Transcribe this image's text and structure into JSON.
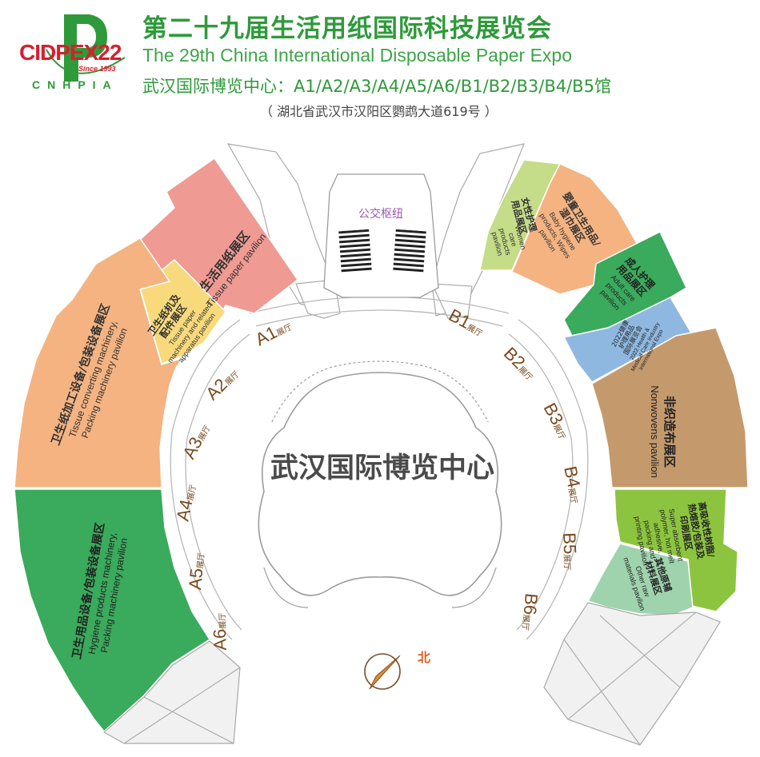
{
  "header": {
    "logo": {
      "name": "CIDPEX22",
      "since": "Since 1993",
      "org": "CNHPIA"
    },
    "title_cn": "第二十九届生活用纸国际科技展览会",
    "title_en": "The 29th China International Disposable Paper Expo",
    "venue_line": "武汉国际博览中心：A1/A2/A3/A4/A5/A6/B1/B2/B3/B4/B5馆",
    "address": "（ 湖北省武汉市汉阳区鹦鹉大道619号 ）"
  },
  "center": {
    "name": "武汉国际博览中心"
  },
  "transit": {
    "label": "公交枢纽"
  },
  "compass": {
    "label": "北"
  },
  "halls": {
    "suffix": "展厅",
    "a": [
      "A1",
      "A2",
      "A3",
      "A4",
      "A5",
      "A6"
    ],
    "b": [
      "B1",
      "B2",
      "B3",
      "B4",
      "B5",
      "B6"
    ]
  },
  "zones": {
    "tissue_paper": {
      "cn": "生活用纸展区",
      "en": "Tissue paper pavilion",
      "color": "#ef9a92"
    },
    "tissue_machinery": {
      "cn1": "卫生纸机及",
      "cn2": "配件展区",
      "en1": "Tissue paper",
      "en2": "machinery and related",
      "en3": "apparatus pavilion",
      "color": "#f8da7c"
    },
    "tissue_converting": {
      "cn": "卫生纸加工设备/包装设备展区",
      "en1": "Tissue converting machinery,",
      "en2": "Packing machinery pavilion",
      "color": "#f4b381"
    },
    "hygiene_machinery": {
      "cn": "卫生用品设备/包装设备展区",
      "en1": "Hygiene products machinery,",
      "en2": "Packing machinery pavilion",
      "color": "#3aaa5c"
    },
    "women_care": {
      "cn1": "女性护理",
      "cn2": "用品展区",
      "en1": "Women",
      "en2": "care",
      "en3": "products",
      "en4": "pavilion",
      "color": "#c5dc88"
    },
    "baby_hygiene": {
      "cn1": "婴童卫生用品/",
      "cn2": "湿巾展区",
      "en1": "Baby hygiene",
      "en2": "products, Wipes",
      "en3": "pavilion",
      "color": "#f4b381"
    },
    "adult_care": {
      "cn1": "成人护理",
      "cn2": "用品展区",
      "en1": "Adult care",
      "en2": "products",
      "en3": "pavilion",
      "color": "#3aaa5c"
    },
    "medical_expo": {
      "cn1": "2022健康",
      "cn2": "护理用品",
      "cn3": "国际展览会",
      "en1": "2022 Health &",
      "en2": "Medical Care Industry",
      "en3": "International Expo",
      "color": "#8fb8e0"
    },
    "nonwovens": {
      "cn": "非织造布展区",
      "en": "Nonwovens pavilion",
      "color": "#c49a6c"
    },
    "sap": {
      "cn1": "高吸收性树脂/",
      "cn2": "热熔胶/包装及",
      "cn3": "印刷展区",
      "en1": "Super absorbent",
      "en2": "polymer, hot melt",
      "en3": "adhesive,",
      "en4": "packing and",
      "en5": "printing pavilion",
      "color": "#8dc43f"
    },
    "raw_materials": {
      "cn1": "其他原辅",
      "cn2": "材料展区",
      "en1": "Other raw",
      "en2": "materials pavilion",
      "color": "#9fd3ae"
    }
  }
}
